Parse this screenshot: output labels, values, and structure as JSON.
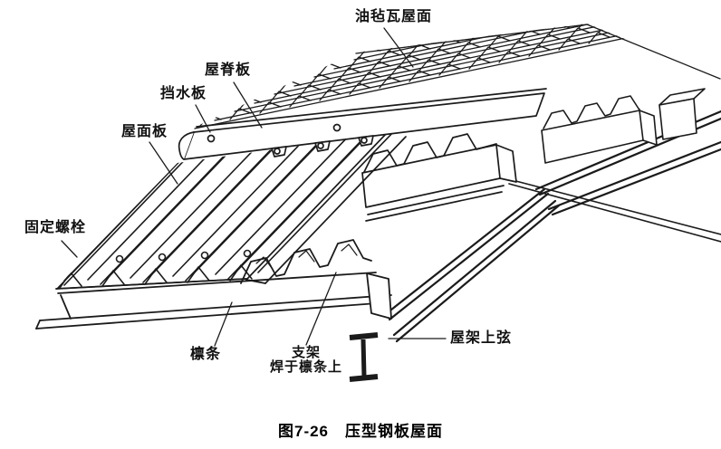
{
  "figure": {
    "type": "construction-detail-line-drawing",
    "caption": {
      "number": "图7-26",
      "title": "压型钢板屋面"
    },
    "labels": {
      "felt_tile_roof": "油毡瓦屋面",
      "ridge_plate": "屋脊板",
      "water_baffle": "挡水板",
      "roof_panel": "屋面板",
      "anchor_bolt": "固定螺栓",
      "purlin": "檩条",
      "bracket_line1": "支架",
      "bracket_line2": "焊于檩条上",
      "truss_top_chord": "屋架上弦"
    },
    "colors": {
      "line": "#1b1b1b",
      "background": "#ffffff"
    }
  }
}
